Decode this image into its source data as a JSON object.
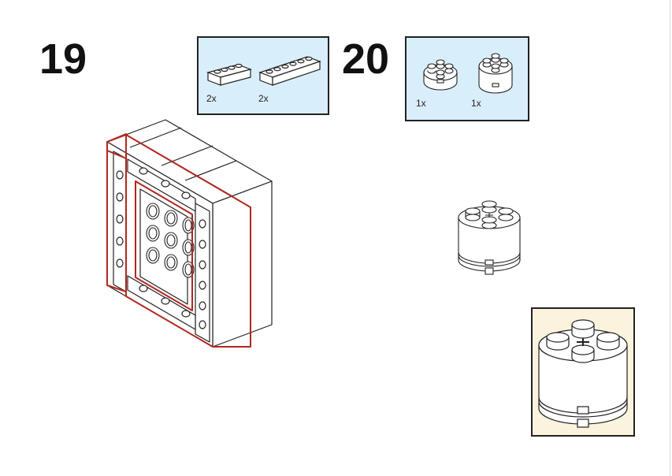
{
  "steps": [
    {
      "number": "19",
      "parts": [
        {
          "qty": "2x",
          "icon": "brick-1x4-icon"
        },
        {
          "qty": "2x",
          "icon": "brick-1x6-icon"
        }
      ]
    },
    {
      "number": "20",
      "parts": [
        {
          "qty": "1x",
          "icon": "round-plate-2x2-icon"
        },
        {
          "qty": "1x",
          "icon": "round-brick-2x2-icon"
        }
      ]
    }
  ],
  "colors": {
    "parts_box_fill": "#d9eefb",
    "zoom_box_fill": "#fbf3dd",
    "highlight_outline": "#b3261e",
    "line": "#222222"
  }
}
